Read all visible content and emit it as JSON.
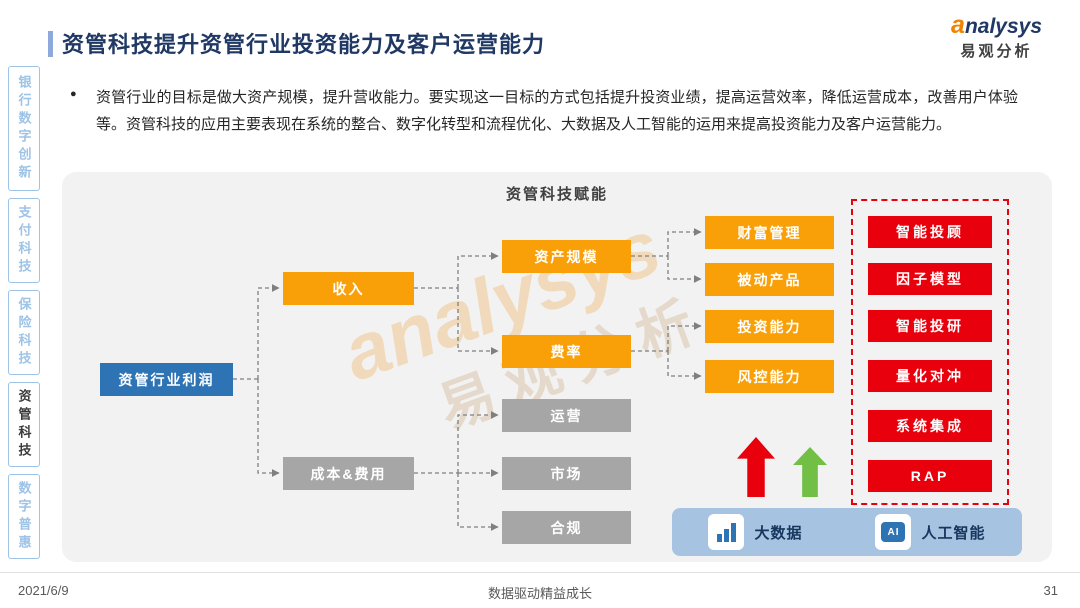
{
  "header": {
    "title": "资管科技提升资管行业投资能力及客户运营能力",
    "logo_en": "analysys",
    "logo_cn": "易观分析"
  },
  "intro": {
    "bullet": "●",
    "text": "资管行业的目标是做大资产规模，提升营收能力。要实现这一目标的方式包括提升投资业绩，提高运营效率，降低运营成本，改善用户体验等。资管科技的应用主要表现在系统的整合、数字化转型和流程优化、大数据及人工智能的运用来提高投资能力及客户运营能力。"
  },
  "sidebar": {
    "items": [
      {
        "label": "银行数字创新",
        "active": false
      },
      {
        "label": "支付科技",
        "active": false
      },
      {
        "label": "保险科技",
        "active": false
      },
      {
        "label": "资管科技",
        "active": true
      },
      {
        "label": "数字普惠",
        "active": false
      }
    ]
  },
  "diagram": {
    "title": "资管科技赋能",
    "profit_box": "资管行业利润",
    "income_box": "收入",
    "cost_box": "成本&费用",
    "scale_box": "资产规模",
    "rate_box": "费率",
    "operation_box": "运营",
    "market_box": "市场",
    "compliance_box": "合规",
    "wealth_box": "财富管理",
    "passive_box": "被动产品",
    "invest_box": "投资能力",
    "risk_box": "风控能力",
    "tech_items": [
      "智能投顾",
      "因子模型",
      "智能投研",
      "量化对冲",
      "系统集成",
      "RAP"
    ],
    "legend": [
      {
        "icon": "bar-chart-icon",
        "label": "大数据"
      },
      {
        "icon": "ai-icon",
        "label": "人工智能"
      }
    ],
    "colors": {
      "blue": "#2E74B5",
      "orange": "#F9A008",
      "gray": "#A6A6A6",
      "red": "#E8000D",
      "green": "#71BF45"
    }
  },
  "watermark": {
    "en": "analysys",
    "cn": "易观分析"
  },
  "footer": {
    "date": "2021/6/9",
    "slogan": "数据驱动精益成长",
    "page": "31"
  }
}
